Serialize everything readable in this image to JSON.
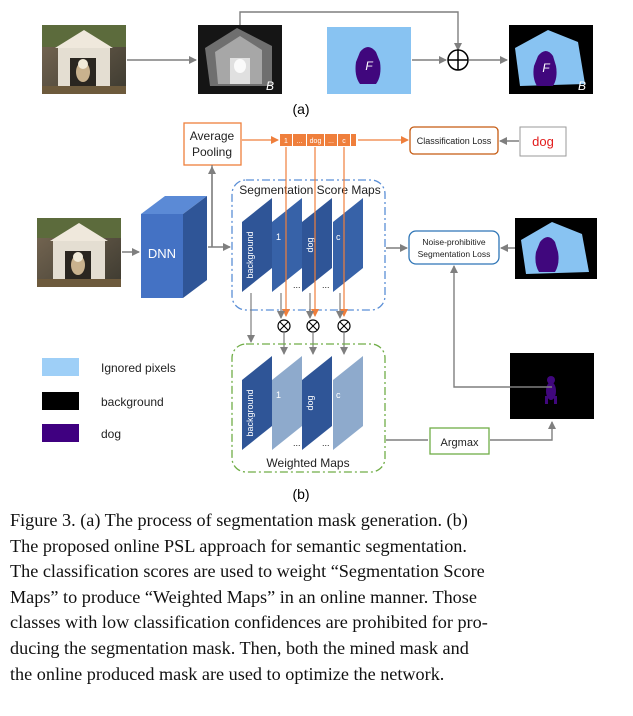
{
  "panel_a": {
    "label": "(a)",
    "map_b_label": "B",
    "map_f_label": "F",
    "mask_f_label": "F",
    "mask_b_label": "B"
  },
  "panel_b": {
    "label": "(b)",
    "avg_pooling_line1": "Average",
    "avg_pooling_line2": "Pooling",
    "class_vector": [
      "1",
      "...",
      "dog",
      "...",
      "c"
    ],
    "classification_loss": "Classification Loss",
    "gt_label": "dog",
    "dnn_label": "DNN",
    "score_maps_title": "Segmentation Score Maps",
    "score_map_labels": [
      "background",
      "1",
      "dog",
      "c"
    ],
    "ellipsis": "...",
    "noise_loss_line1": "Noise-prohibitive",
    "noise_loss_line2": "Segmentation Loss",
    "weighted_maps_title": "Weighted Maps",
    "weighted_map_labels": [
      "background",
      "1",
      "dog",
      "c"
    ],
    "argmax_label": "Argmax",
    "multiply_symbol": "⊗"
  },
  "legend": [
    {
      "label": "Ignored pixels",
      "color": "#9ecff7"
    },
    {
      "label": "background",
      "color": "#000000"
    },
    {
      "label": "dog",
      "color": "#3f0080"
    }
  ],
  "colors": {
    "orange": "#ef7f3c",
    "blue_block": "#4472c4",
    "dark_blue_map": "#2f5597",
    "light_map": "#8eaacc",
    "score_border": "#5b8fd6",
    "weighted_border": "#70ad47",
    "loss_border": "#c55a11",
    "noise_border": "#2e75b6",
    "gt_text": "#e21b1b"
  },
  "caption": {
    "lines": [
      "Figure 3. (a) The process of segmentation mask generation. (b)",
      "The proposed online PSL approach for semantic segmentation.",
      "The classification scores are used to weight “Segmentation Score",
      "Maps” to produce “Weighted Maps” in an online manner. Those",
      "classes with low classification confidences are prohibited for pro-",
      "ducing the segmentation mask. Then, both the mined mask and",
      "the online produced mask are used to optimize the network."
    ]
  }
}
